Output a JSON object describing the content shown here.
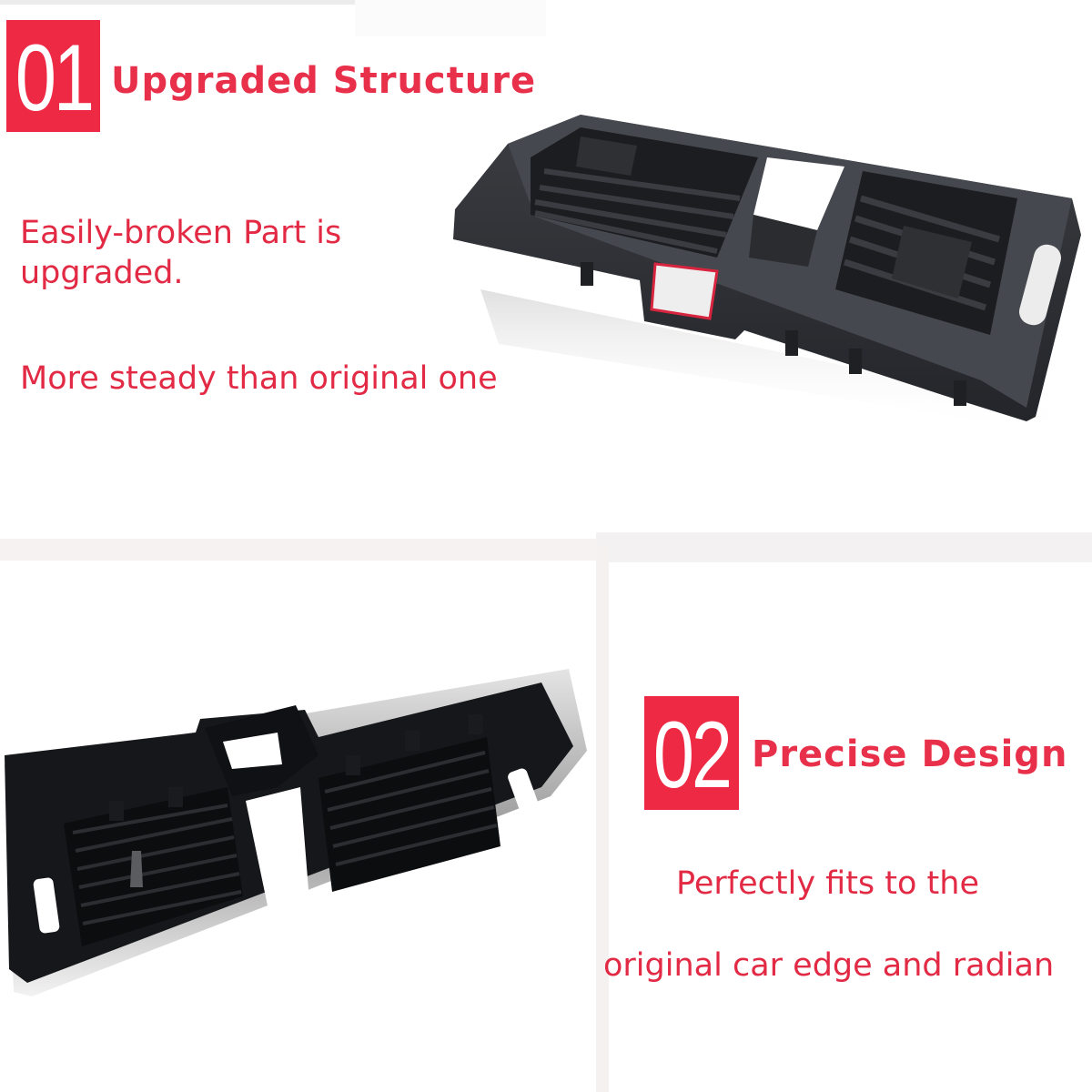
{
  "section_1": {
    "number": "01",
    "heading": "Upgraded Structure",
    "lines": [
      "Easily-broken Part is",
      "upgraded.",
      "More steady than original one"
    ],
    "image": {
      "subject": "black matte dashboard center air vent panel, front view, with red highlight frame on center opening",
      "highlight_color": "#d8253f"
    }
  },
  "section_2": {
    "number": "02",
    "heading": "Precise Design",
    "lines": [
      "Perfectly fits to the",
      "original car edge and radian"
    ],
    "image": {
      "subject": "rear view of air vent panel showing louvers, clips and chrome trim edge"
    }
  },
  "colors": {
    "accent_red": "#ee2944",
    "text_red": "#e32a45",
    "number_text": "#ffffff",
    "background": "#ffffff",
    "divider": "#f5f1f1"
  }
}
